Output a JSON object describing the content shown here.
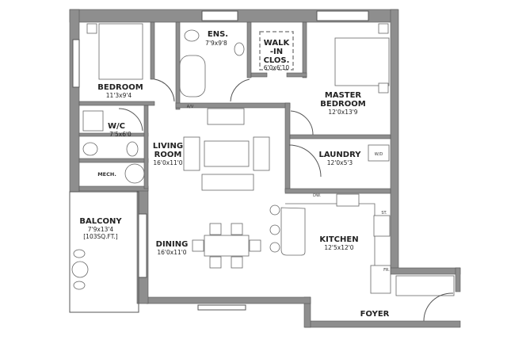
{
  "plan": {
    "rooms": [
      {
        "id": "bedroom",
        "name": "BEDROOM",
        "size": "11'3x9'4"
      },
      {
        "id": "ensuite",
        "name": "ENS.",
        "size": "7'9x9'8"
      },
      {
        "id": "walk-in-closet",
        "name": "WALK -IN CLOS.",
        "name_lines": [
          "WALK",
          "-IN",
          "CLOS."
        ],
        "size": "6'0x6'10"
      },
      {
        "id": "master-bedroom",
        "name": "MASTER BEDROOM",
        "name_lines": [
          "MASTER",
          "BEDROOM"
        ],
        "size": "12'0x13'9"
      },
      {
        "id": "wc",
        "name": "W/C",
        "size": "7'5x6'0"
      },
      {
        "id": "living-room",
        "name": "LIVING ROOM",
        "name_lines": [
          "LIVING",
          "ROOM"
        ],
        "size": "16'0x11'0"
      },
      {
        "id": "laundry",
        "name": "LAUNDRY",
        "size": "12'0x5'3"
      },
      {
        "id": "mech",
        "name": "MECH.",
        "size": ""
      },
      {
        "id": "balcony",
        "name": "BALCONY",
        "size": "7'9x13'4",
        "area": "[103SQ.FT.]"
      },
      {
        "id": "dining",
        "name": "DINING",
        "size": "16'0x11'0"
      },
      {
        "id": "kitchen",
        "name": "KITCHEN",
        "size": "12'5x12'0"
      },
      {
        "id": "foyer",
        "name": "FOYER",
        "size": ""
      }
    ],
    "fixtures": {
      "av": "A/V",
      "washer_dryer": "W/D",
      "dishwasher": "DW.",
      "stove": "ST.",
      "fridge": "FR."
    },
    "colors": {
      "wall": "#8e8e8e",
      "line": "#555555",
      "background": "#ffffff"
    }
  }
}
